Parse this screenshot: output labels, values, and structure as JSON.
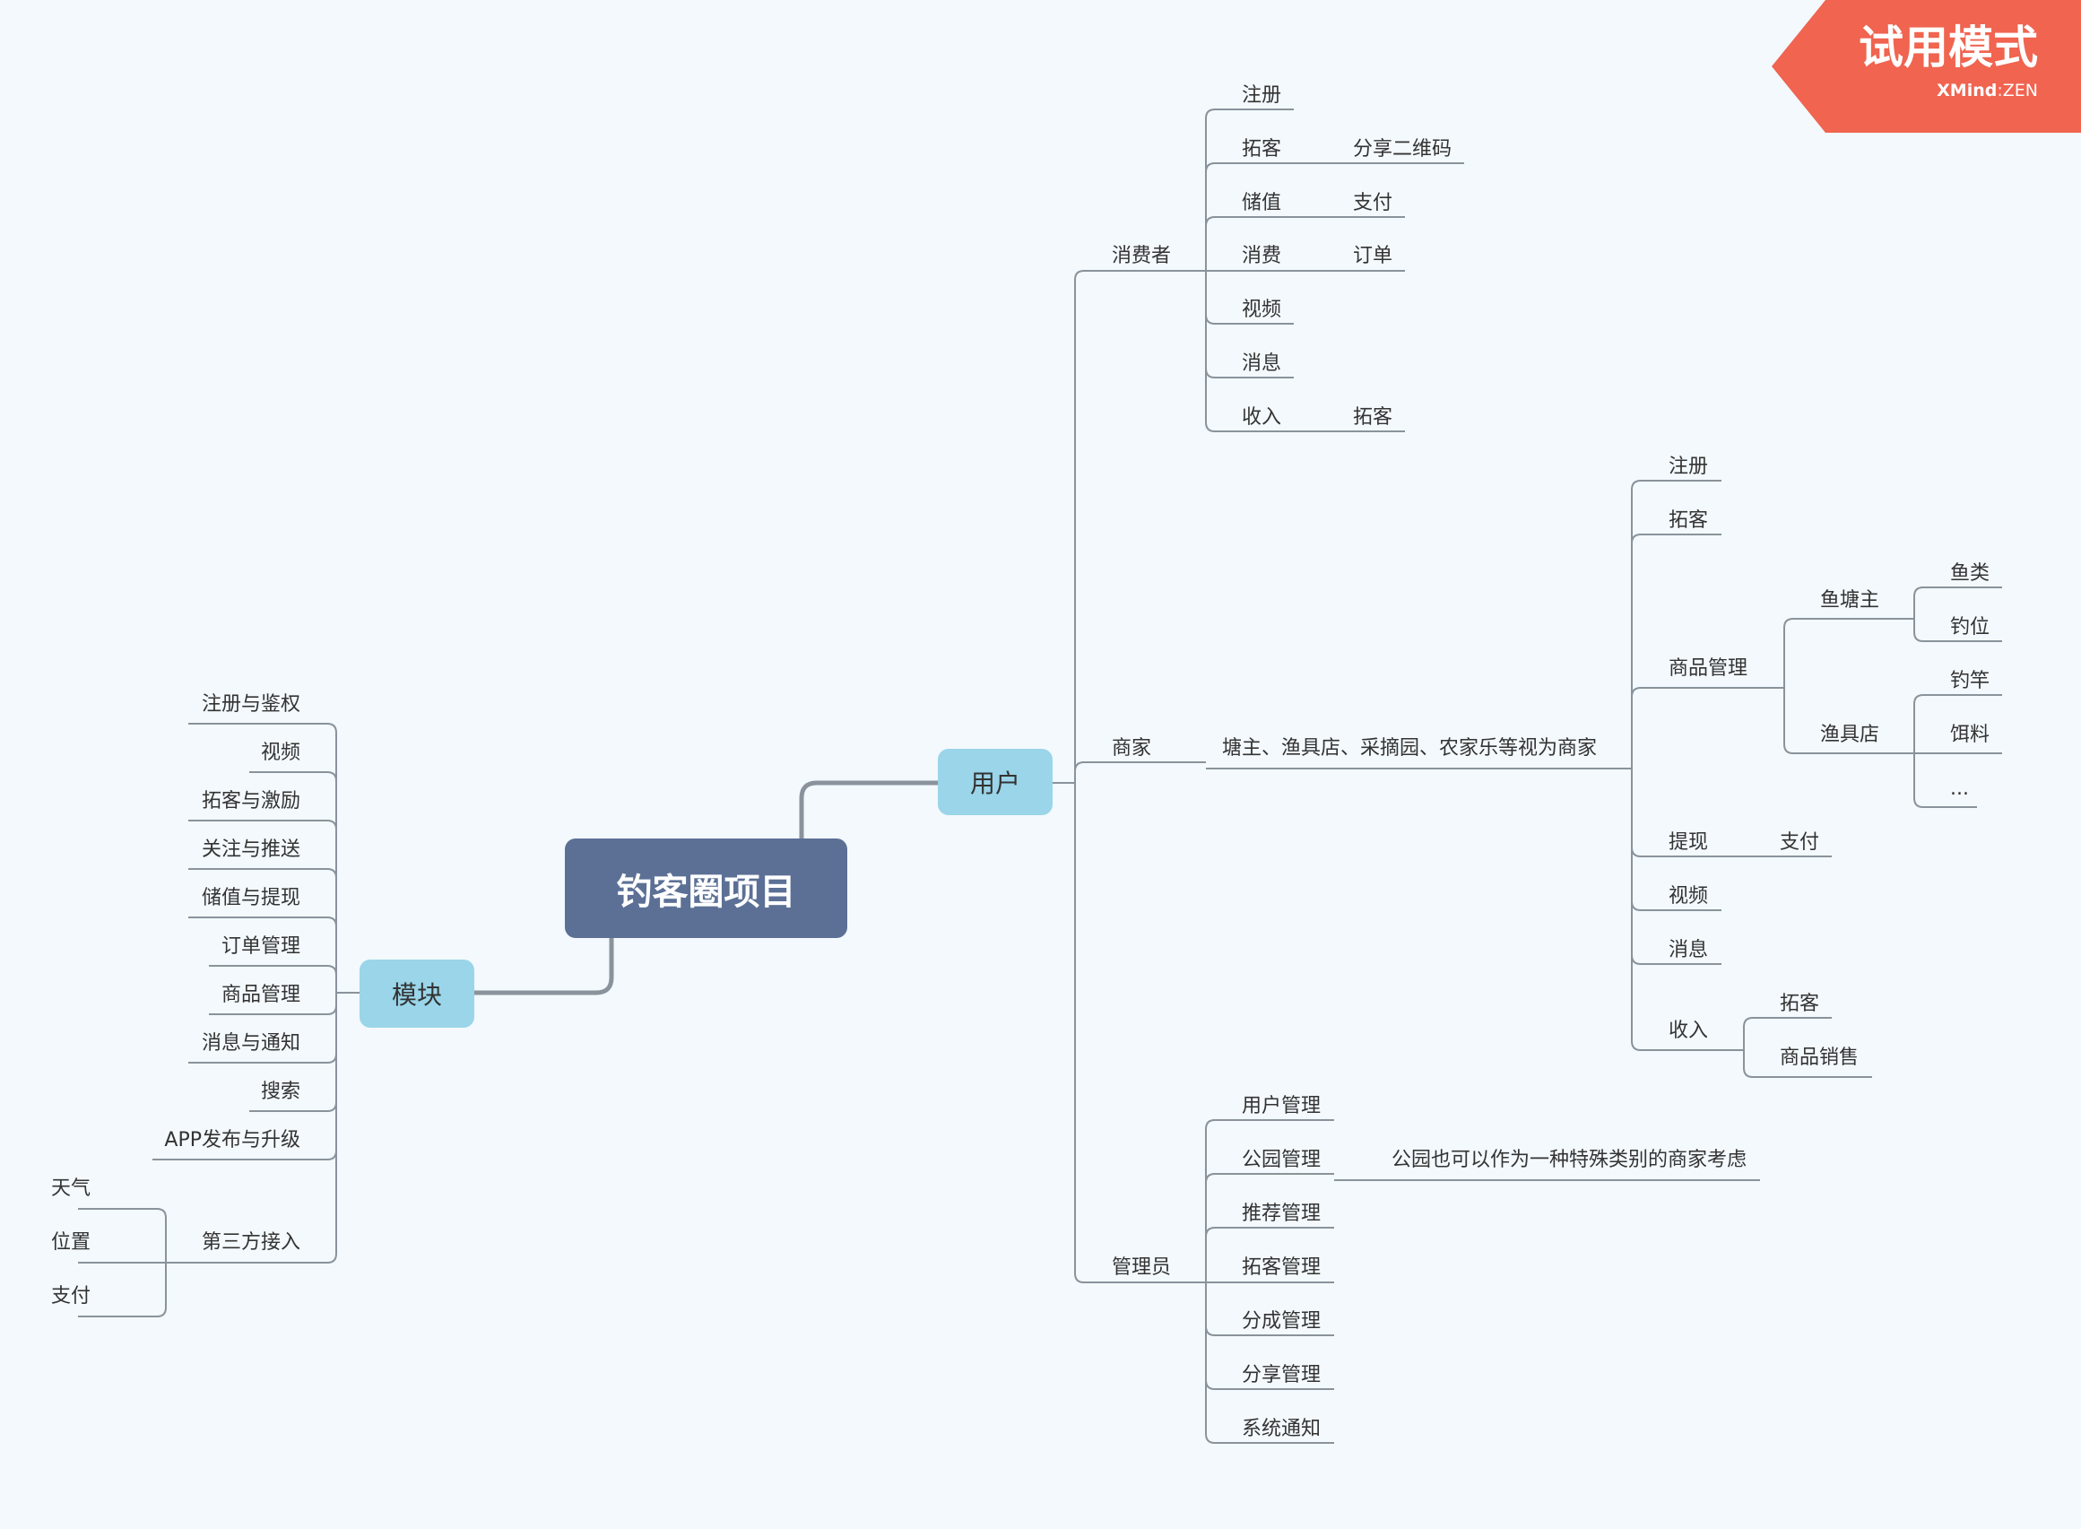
{
  "watermark": {
    "title": "试用模式",
    "brand": "XMind",
    "edition": "ZEN"
  },
  "root": "钓客圈项目",
  "branches": {
    "yonghu": "用户",
    "mokuai": "模块"
  },
  "nodes": {
    "xiaofeizhe": "消费者",
    "c_zhuce": "注册",
    "c_tuoke": "拓客",
    "c_fenxiang": "分享二维码",
    "c_chuzhi": "储值",
    "c_zhifu": "支付",
    "c_xiaofei": "消费",
    "c_dingdan": "订单",
    "c_shipin": "视频",
    "c_xiaoxi": "消息",
    "c_shouru": "收入",
    "c_tuoke2": "拓客",
    "shangjia": "商家",
    "shangjia_note": "塘主、渔具店、采摘园、农家乐等视为商家",
    "m_zhuce": "注册",
    "m_tuoke": "拓客",
    "m_spgl": "商品管理",
    "yutangzhu": "鱼塘主",
    "yulei": "鱼类",
    "diaowei": "钓位",
    "yujudian": "渔具店",
    "diaogan": "钓竿",
    "erliao": "饵料",
    "dots": "...",
    "m_tixian": "提现",
    "m_zhifu": "支付",
    "m_shipin": "视频",
    "m_xiaoxi": "消息",
    "m_shouru": "收入",
    "m_tuoke2": "拓客",
    "m_spxs": "商品销售",
    "guanliyuan": "管理员",
    "a_yhgl": "用户管理",
    "a_gygl": "公园管理",
    "a_gygl_note": "公园也可以作为一种特殊类别的商家考虑",
    "a_tjgl": "推荐管理",
    "a_tkgl": "拓客管理",
    "a_fcgl": "分成管理",
    "a_fxgl": "分享管理",
    "a_xttz": "系统通知",
    "k_zhuce": "注册与鉴权",
    "k_shipin": "视频",
    "k_tuoke": "拓客与激励",
    "k_guanzhu": "关注与推送",
    "k_chuzhi": "储值与提现",
    "k_dingdan": "订单管理",
    "k_shangpin": "商品管理",
    "k_xiaoxi": "消息与通知",
    "k_sousuo": "搜索",
    "k_app": "APP发布与升级",
    "k_disanfang": "第三方接入",
    "k_tianqi": "天气",
    "k_weizhi": "位置",
    "k_zhifu": "支付"
  },
  "colors": {
    "background": "#f3f9fd",
    "root": "#5c7096",
    "branch": "#9ad5e9",
    "line": "#8a939b",
    "watermark": "#f06450"
  }
}
